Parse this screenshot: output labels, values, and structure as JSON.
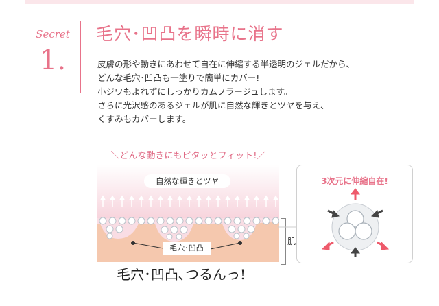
{
  "secret": {
    "label": "Secret",
    "number": "1."
  },
  "headline": "毛穴･凹凸を瞬時に消す",
  "body_lines": [
    "皮膚の形や動きにあわせて自在に伸縮する半透明のジェルだから、",
    "どんな毛穴･凹凸も一塗りで簡単にカバー!",
    "小ジワもよれずにしっかりカムフラージュします。",
    "さらに光沢感のあるジェルが肌に自然な輝きとツヤを与え、",
    "くすみもカバーします。"
  ],
  "diagram": {
    "caption": "＼どんな動きにもピタッとフィット!／",
    "glow_label": "自然な輝きとツヤ",
    "pore_label": "毛穴･凹凸",
    "skin_label": "肌"
  },
  "callout": {
    "title": "3次元に伸縮自在!"
  },
  "tagline": "毛穴･凹凸､つるんっ!",
  "colors": {
    "accent": "#e8738a",
    "skin": "#f5c8ae",
    "gel": "#f7d3dc",
    "arrow_red": "#ee5a6b",
    "arrow_dark": "#444444"
  }
}
